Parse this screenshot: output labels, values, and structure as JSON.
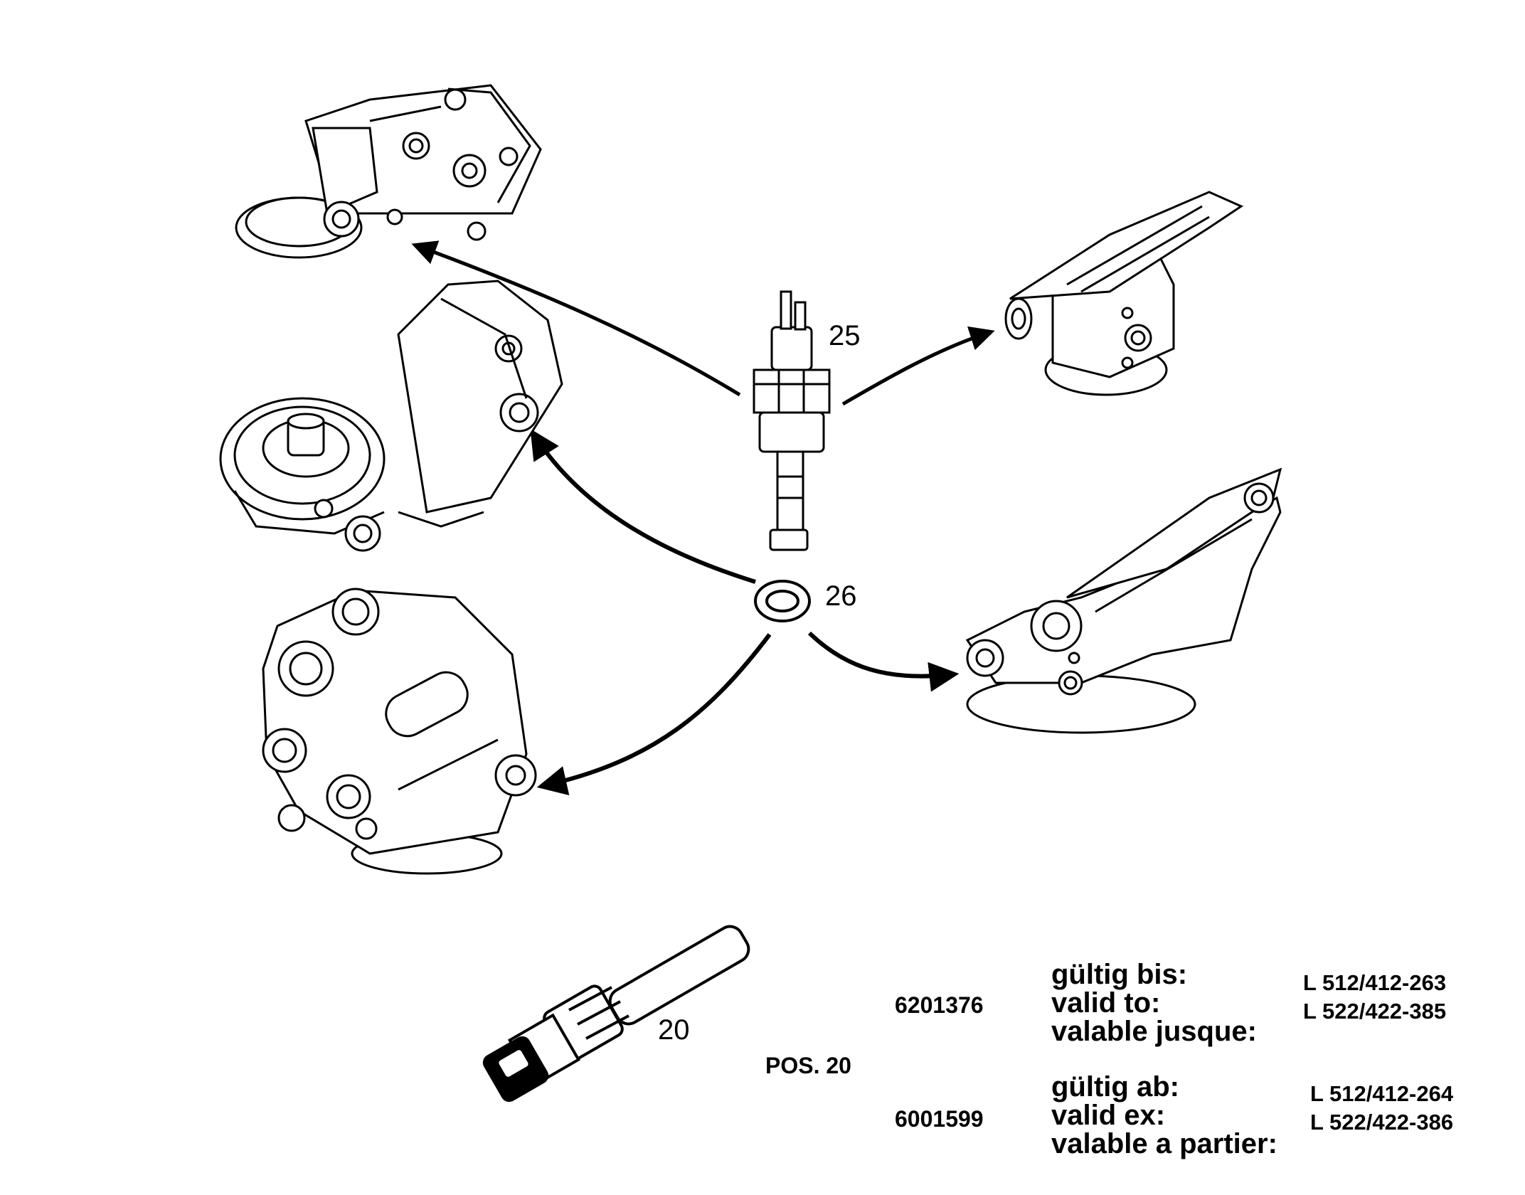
{
  "callouts": {
    "pos25": "25",
    "pos26": "26",
    "pos20": "20"
  },
  "notes": {
    "pos_label": "POS. 20",
    "block1": {
      "part_number": "6201376",
      "lines": [
        "gültig bis:",
        "valid to:",
        "valable jusque:"
      ],
      "ranges": [
        "L 512/412-263",
        "L 522/422-385"
      ]
    },
    "block2": {
      "part_number": "6001599",
      "lines": [
        "gültig ab:",
        "valid ex:",
        "valable a partier:"
      ],
      "ranges": [
        "L 512/412-264",
        "L 522/422-386"
      ]
    }
  },
  "parts": {
    "housings": [
      "filter-housing-top-left",
      "filter-housing-middle-left",
      "filter-housing-bottom-left",
      "filter-housing-top-right",
      "filter-housing-bottom-right"
    ],
    "sensor": "pressure-switch",
    "ring": "sealing-ring",
    "sensor_alt": "temperature-sender"
  },
  "colors": {
    "line": "#000000",
    "background": "#ffffff"
  }
}
